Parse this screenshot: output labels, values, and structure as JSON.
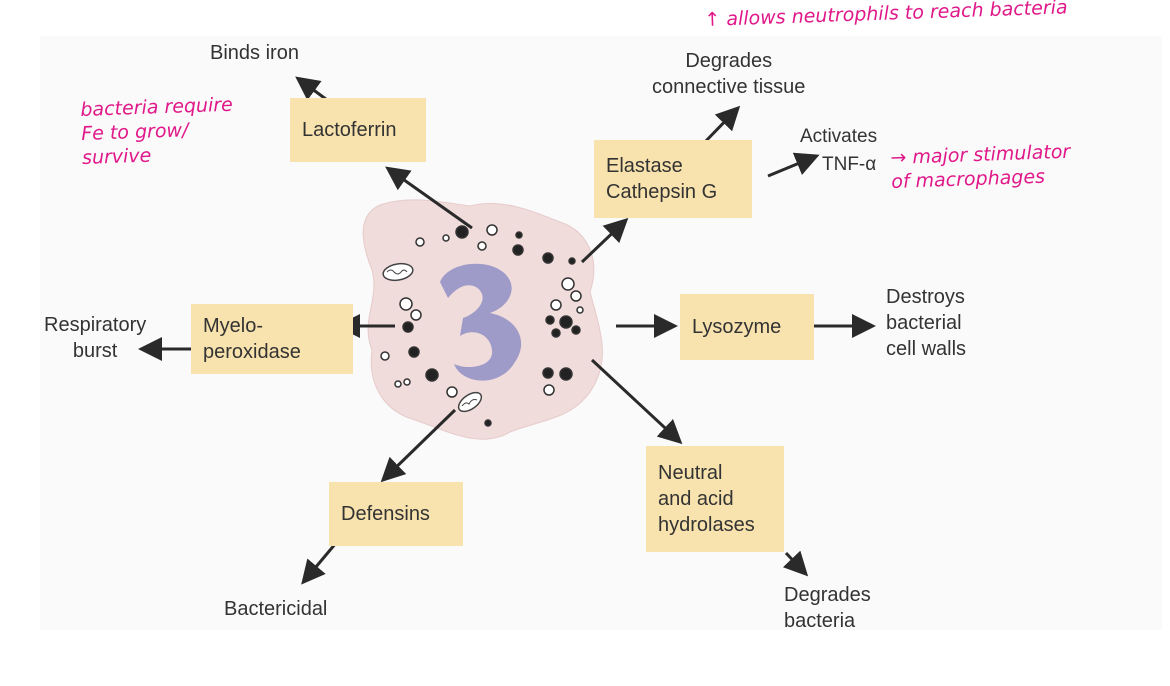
{
  "boxes": {
    "lactoferrin": "Lactoferrin",
    "elastase": "Elastase\nCathepsin G",
    "myeloperoxidase": "Myelo-\nperoxidase",
    "lysozyme": "Lysozyme",
    "defensins": "Defensins",
    "hydrolases": "Neutral\nand acid\nhydrolases"
  },
  "labels": {
    "binds_iron": "Binds iron",
    "degrades_connective": "Degrades\nconnective tissue",
    "activates": "Activates",
    "tnf": "TNF-α",
    "respiratory_burst": "Respiratory\nburst",
    "destroys_walls": "Destroys\nbacterial\ncell walls",
    "bactericidal": "Bactericidal",
    "degrades_bacteria": "Degrades\nbacteria"
  },
  "notes": {
    "neutrophils": "↑ allows neutrophils to reach bacteria",
    "iron": "bacteria require\nFe to grow/\nsurvive",
    "macrophages": "→ major stimulator\nof macrophages"
  },
  "colors": {
    "box_fill": "#f8e3ae",
    "cell_fill": "#f1dcdc",
    "nucleus_fill": "#9e9bc8",
    "arrow": "#2a2a2a",
    "annotation": "#e0198a"
  }
}
